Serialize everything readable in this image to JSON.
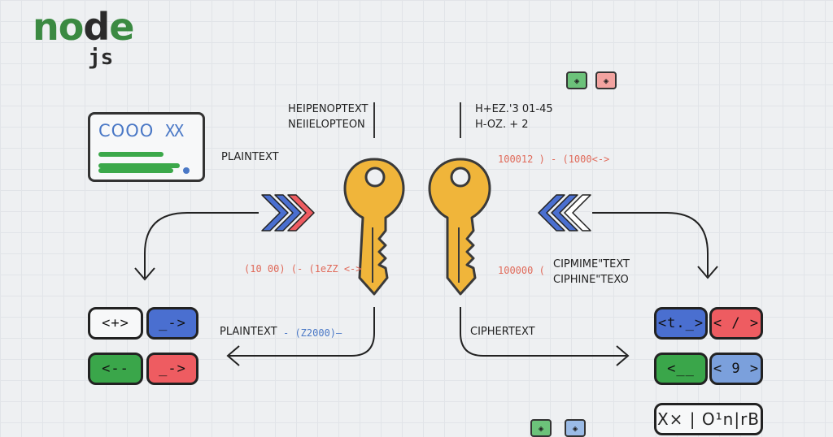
{
  "logo": {
    "node_text_1": "no",
    "node_text_2": "d",
    "node_text_3": "e",
    "js_text": "js"
  },
  "card": {
    "code_text": "COOO",
    "x_text": "XX"
  },
  "labels": {
    "plaintext_top": "PLAINTEXT",
    "heading_left_1": "HEIPENOPTEXT",
    "heading_left_2": "NEIIELOPTEON",
    "heading_right_1": "H+EZ.'3 01-45",
    "heading_right_2": "H-OZ. + 2",
    "hex_left": "(10 00) (- (1eZZ <->",
    "hex_right_top": "100012 ) - (1000<->",
    "hex_right_mid": "100000 (",
    "cipher_right_1": "CIPMIME\"TEXT",
    "cipher_right_2": "CIPHINE\"TEXO",
    "plaintext_bottom": "PLAINTEXT",
    "plaintext_bottom_hex": "- (Z2000)—",
    "ciphertext_bottom": "CIPHERTEXT"
  },
  "left_pills": [
    {
      "text": "<+>"
    },
    {
      "text": "_->"
    },
    {
      "text": "<--"
    },
    {
      "text": "_->"
    }
  ],
  "right_pills": [
    {
      "text": "<t._>"
    },
    {
      "text": "< / >"
    },
    {
      "text": "<__"
    },
    {
      "text": "< 9 >"
    }
  ],
  "xbox_text": "X× | O¹n|rB",
  "badges_top": [
    {
      "text": "◈"
    },
    {
      "text": "◈"
    }
  ],
  "badges_bottom": [
    {
      "text": "◈"
    },
    {
      "text": "◈"
    }
  ],
  "colors": {
    "node_green": "#3b8a42",
    "key_gold": "#f0b53a",
    "key_outline": "#3a3a3a",
    "blue": "#4a6fd0",
    "red": "#ee5c61",
    "green": "#3aa64a",
    "hex_red": "#e06a5a",
    "hex_blue": "#4a78c6"
  }
}
